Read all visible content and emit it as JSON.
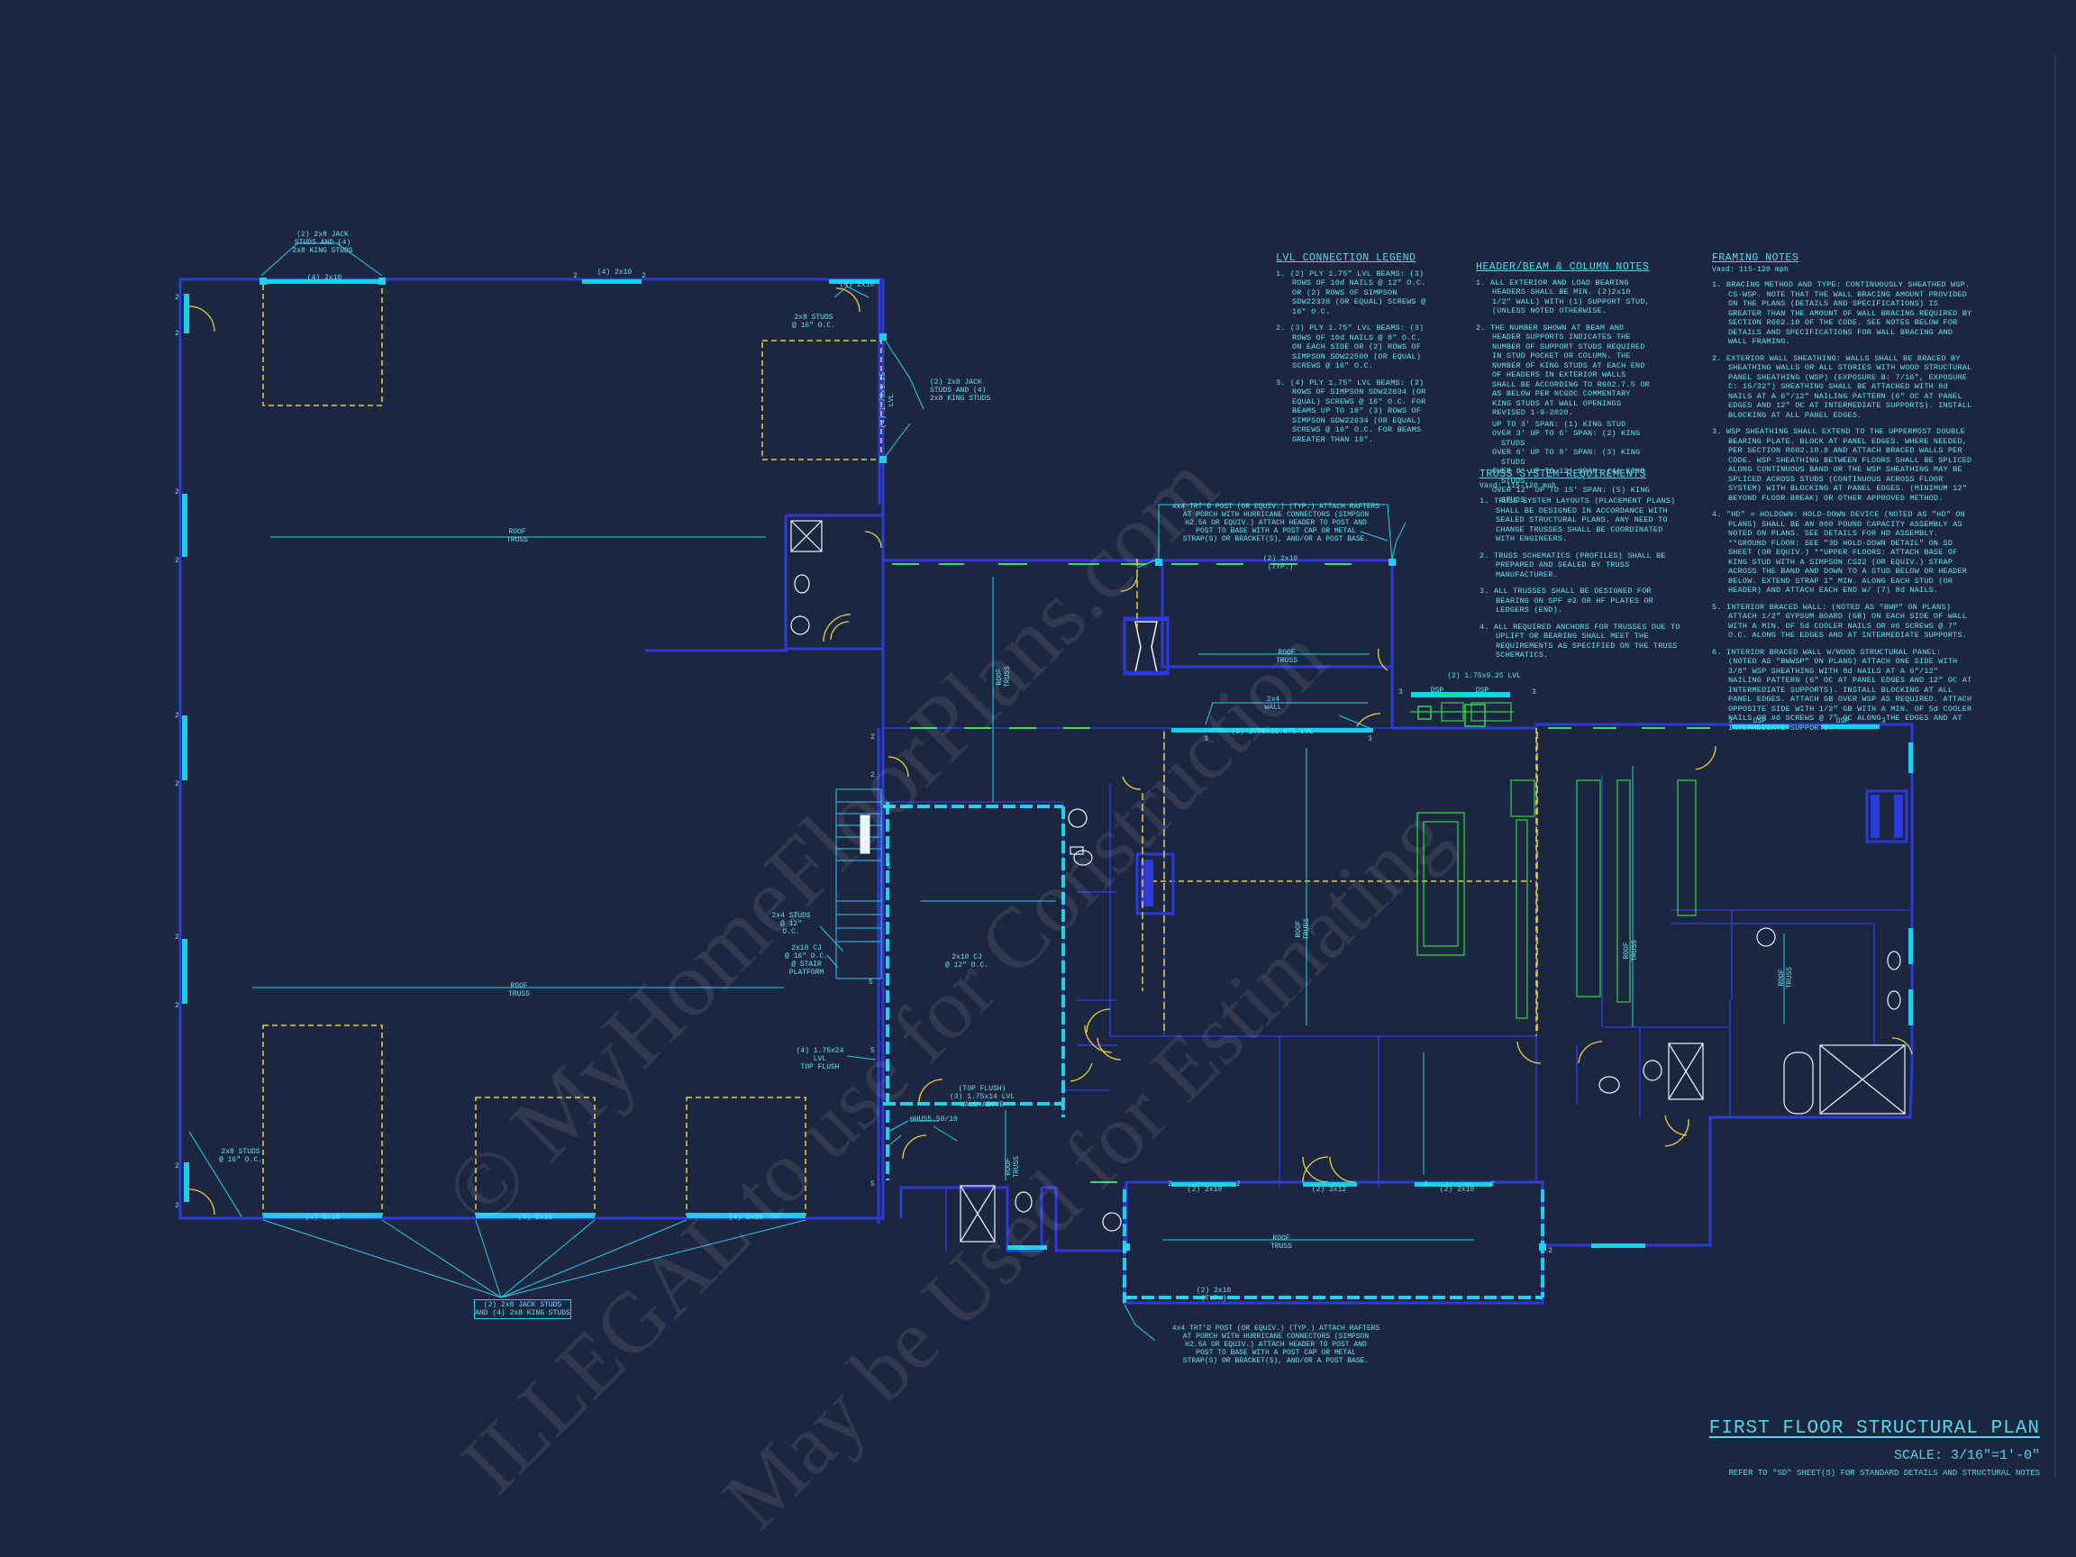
{
  "watermarks": [
    "© MyHomeFloorPlans.com",
    "ILLEGAL to use for Construction",
    "May be Used for Estimating"
  ],
  "title_block": {
    "title": "FIRST FLOOR STRUCTURAL PLAN",
    "scale": "SCALE: 3/16\"=1'-0\"",
    "reference": "REFER TO \"SD\" SHEET(S) FOR STANDARD DETAILS AND STRUCTURAL NOTES"
  },
  "lvl_legend": {
    "heading": "LVL CONNECTION LEGEND",
    "items": [
      "1. (2) PLY 1.75\" LVL BEAMS: (3) ROWS OF 10d NAILS @ 12\" O.C. OR (2) ROWS OF SIMPSON SDW22338 (OR EQUAL) SCREWS @ 16\" O.C.",
      "2. (3) PLY 1.75\" LVL BEAMS: (3) ROWS OF 10d NAILS @ 8\" O.C. ON EACH SIDE OR (2) ROWS OF SIMPSON SDW22500 (OR EQUAL) SCREWS @ 16\" O.C.",
      "3. (4) PLY 1.75\" LVL BEAMS: (2) ROWS OF SIMPSON SDW22634 (OR EQUAL) SCREWS @ 16\" O.C. FOR BEAMS UP TO 18\" (3) ROWS OF SIMPSON SDW22634 (OR EQUAL) SCREWS @ 16\" O.C. FOR BEAMS GREATER THAN 18\"."
    ]
  },
  "header_notes": {
    "heading": "HEADER/BEAM & COLUMN NOTES",
    "items": [
      "1. ALL EXTERIOR AND LOAD BEARING HEADERS SHALL BE MIN. (2)2x10 1/2\" WALL) WITH (1) SUPPORT STUD, (UNLESS NOTED OTHERWISE.",
      "2. THE NUMBER SHOWN AT BEAM AND HEADER SUPPORTS INDICATES THE NUMBER OF SUPPORT STUDS REQUIRED IN STUD POCKET OR COLUMN. THE NUMBER OF KING STUDS AT EACH END OF HEADERS IN EXTERIOR WALLS SHALL BE ACCORDING TO R602.7.5 OR AS BELOW PER NCGDC COMMENTARY KING STUDS AT WALL OPENINGS REVISED 1-9-2020."
    ],
    "king_studs": [
      "UP TO 3' SPAN: (1) KING STUD",
      "OVER 3' UP TO 6' SPAN: (2) KING STUDS",
      "OVER 6' UP TO 8' SPAN: (3) KING STUDS",
      "OVER 8' UP TO 12' SPAN: (4) KING STUDS",
      "OVER 12' UP TO 15' SPAN: (5) KING STUDS"
    ]
  },
  "truss_notes": {
    "heading": "TRUSS SYSTEM REQUIREMENTS",
    "wind": "Vasd: 115-120 mph",
    "items": [
      "1. TRUSS SYSTEM LAYOUTS (PLACEMENT PLANS) SHALL BE DESIGNED IN ACCORDANCE WITH SEALED STRUCTURAL PLANS. ANY NEED TO CHANGE TRUSSES SHALL BE COORDINATED WITH ENGINEERS.",
      "2. TRUSS SCHEMATICS (PROFILES) SHALL BE PREPARED AND SEALED BY TRUSS MANUFACTURER.",
      "3. ALL TRUSSES SHALL BE DESIGNED FOR BEARING ON SPF #2 OR HF PLATES OR LEDGERS (END).",
      "4. ALL REQUIRED ANCHORS FOR TRUSSES DUE TO UPLIFT OR BEARING SHALL MEET THE REQUIREMENTS AS SPECIFIED ON THE TRUSS SCHEMATICS."
    ]
  },
  "framing_notes": {
    "heading": "FRAMING NOTES",
    "wind": "Vasd: 115-120 mph",
    "items": [
      "1. BRACING METHOD AND TYPE: CONTINUOUSLY SHEATHED WSP. CS-WSP. NOTE THAT THE WALL BRACING AMOUNT PROVIDED ON THE PLANS (DETAILS AND SPECIFICATIONS) IS GREATER THAN THE AMOUNT OF WALL BRACING REQUIRED BY SECTION R602.10 OF THE CODE. SEE NOTES BELOW FOR DETAILS AND SPECIFICATIONS FOR WALL BRACING AND WALL FRAMING.",
      "2. EXTERIOR WALL SHEATHING: WALLS SHALL BE BRACED BY SHEATHING WALLS OR ALL STORIES WITH WOOD STRUCTURAL PANEL SHEATHING (WSP) (EXPOSURE B: 7/16\", EXPOSURE C: 15/32\") SHEATHING SHALL BE ATTACHED WITH 8d NAILS AT A 6\"/12\" NAILING PATTERN (6\" OC AT PANEL EDGES AND 12\" OC AT INTERMEDIATE SUPPORTS). INSTALL BLOCKING AT ALL PANEL EDGES.",
      "3. WSP SHEATHING SHALL EXTEND TO THE UPPERMOST DOUBLE BEARING PLATE. BLOCK AT PANEL EDGES. WHERE NEEDED, PER SECTION R602.10.8 AND ATTACH BRACED WALLS PER CODE. WSP SHEATHING BETWEEN FLOORS SHALL BE SPLICED ALONG CONTINUOUS BAND OR THE WSP SHEATHING MAY BE SPLICED ACROSS STUDS (CONTINUOUS ACROSS FLOOR SYSTEM) WITH BLOCKING AT PANEL EDGES. (MINIMUM 12\" BEYOND FLOOR BREAK) OR OTHER APPROVED METHOD.",
      "4. \"HD\" = HOLDOWN: HOLD-DOWN DEVICE (NOTED AS \"HD\" ON PLANS) SHALL BE AN 800 POUND CAPACITY ASSEMBLY AS NOTED ON PLANS. SEE DETAILS FOR HD ASSEMBLY. **GROUND FLOOR: SEE \"3D HOLD-DOWN DETAIL\" ON SD SHEET (OR EQUIV.) **UPPER FLOORS: ATTACH BASE OF KING STUD WITH A SIMPSON CS22 (OR EQUIV.) STRAP ACROSS THE BAND AND DOWN TO A STUD BELOW OR HEADER BELOW. EXTEND STRAP 1\" MIN. ALONG EACH STUD (OR HEADER) AND ATTACH EACH END W/ (7) 8d NAILS.",
      "5. INTERIOR BRACED WALL: (NOTED AS \"BWP\" ON PLANS) ATTACH 1/2\" GYPSUM BOARD (GB) ON EACH SIDE OF WALL WITH A MIN. OF 5d COOLER NAILS OR #6 SCREWS @ 7\" O.C. ALONG THE EDGES AND AT INTERMEDIATE SUPPORTS.",
      "6. INTERIOR BRACED WALL W/WOOD STRUCTURAL PANEL: (NOTED AS \"BWWSP\" ON PLANS) ATTACH ONE SIDE WITH 3/8\" WSP SHEATHING WITH 8d NAILS AT A 6\"/12\" NAILING PATTERN (6\" OC AT PANEL EDGES AND 12\" OC AT INTERMEDIATE SUPPORTS). INSTALL BLOCKING AT ALL PANEL EDGES. ATTACH GB OVER WSP AS REQUIRED. ATTACH OPPOSITE SIDE WITH 1/2\" GB WITH A MIN. OF 5d COOLER NAILS OR #6 SCREWS @ 7\" OC ALONG THE EDGES AND AT INTERMEDIATE SUPPORTS."
    ]
  },
  "plan_labels": {
    "jack_tl": "(2) 2x8 JACK\nSTUDS AND (4)\n2x8 KING STUDS",
    "hdr_4_2x10": "(4) 2x10",
    "hdr_2x10": "(4) 2x10",
    "hdr_2x10_small": "(4) 2x10",
    "studs_16": "2x8 STUDS\n@ 16\" O.C.",
    "jack_tr": "(2) 2x8 JACK\nSTUDS AND (4)\n2x8 KING STUDS",
    "lvl_side": "(4) 1.75x9.25 LVL",
    "roof_truss": "ROOF\nTRUSS",
    "post_note_top": "4x4 TRT'D POST (OR EQUIV.) (TYP.) ATTACH RAFTERS\nAT PORCH WITH HURRICANE CONNECTORS (SIMPSON\nH2.5A OR EQUIV.) ATTACH HEADER TO POST AND\nPOST TO BASE WITH A POST CAP OR METAL\nSTRAP(S) OR BRACKET(S), AND/OR A POST BASE.",
    "porch_hdr_top": "(2) 2x10\n(TYP.)",
    "lvl_mid": "(2) 1.75x9.25 LVL",
    "dsp": "DSP",
    "hall": "2x4\nWALL",
    "lvl_hall": "(3) 1.75x11.875 LVL",
    "studs_12": "2x4 STUDS\n@ 12\" O.C.",
    "cj_stair": "2x10 CJ\n@ 16\" O.C.\n@ STAIR\nPLATFORM",
    "cj_mid": "2x10 CJ\n@ 12\" O.C.",
    "lvl_flush": "(4) 1.75x24 LVL\nTOP FLUSH",
    "top_flush": "(TOP FLUSH)\n(3) 1.75x14 LVL\nWALL ABOVE",
    "hanger": "HHUS5.50/10",
    "studs_corner": "2x8 STUDS\n@ 16\" O.C.",
    "jack_bottom": "(2) 2x8 JACK STUDS\nAND (4) 2x8 KING STUDS",
    "hdr_2_2x10": "(2) 2x10",
    "hdr_2_2x12": "(2) 2x12",
    "porch_hdr_bot": "(2) 2x10\n(TYP.)",
    "post_note_bot": "4x4 TRT'D POST (OR EQUIV.) (TYP.) ATTACH RAFTERS\nAT PORCH WITH HURRICANE CONNECTORS (SIMPSON\nH2.5A OR EQUIV.) ATTACH HEADER TO POST AND\nPOST TO BASE WITH A POST CAP OR METAL\nSTRAP(S) OR BRACKET(S), AND/OR A POST BASE."
  }
}
